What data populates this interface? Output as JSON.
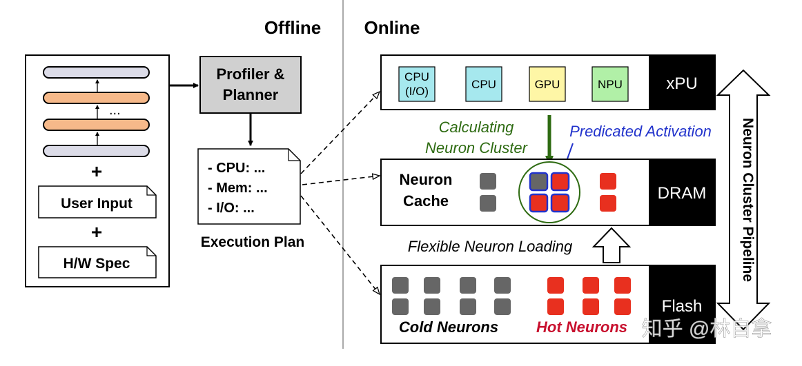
{
  "headers": {
    "offline": "Offline",
    "online": "Online"
  },
  "model_block": {
    "ellipsis": "...",
    "plus_1": "+",
    "plus_2": "+",
    "user_input": "User Input",
    "hw_spec": "H/W Spec"
  },
  "profiler": {
    "line1": "Profiler &",
    "line2": "Planner"
  },
  "execution_plan": {
    "items": [
      "- CPU: ...",
      "- Mem: ...",
      "- I/O: ..."
    ],
    "caption": "Execution Plan"
  },
  "xpu": {
    "label": "xPU",
    "units": [
      {
        "line1": "CPU",
        "line2": "(I/O)",
        "color": "#a6e8ee"
      },
      {
        "line1": "CPU",
        "line2": "",
        "color": "#a6e8ee"
      },
      {
        "line1": "GPU",
        "line2": "",
        "color": "#fef6a6"
      },
      {
        "line1": "NPU",
        "line2": "",
        "color": "#b1f0a7"
      }
    ]
  },
  "annotations": {
    "calc_line1": "Calculating",
    "calc_line2": "Neuron Cluster",
    "predicated": "Predicated Activation",
    "flexible_loading": "Flexible Neuron Loading"
  },
  "dram": {
    "label": "DRAM",
    "cache_line1": "Neuron",
    "cache_line2": "Cache"
  },
  "flash": {
    "label": "Flash",
    "cold": "Cold Neurons",
    "hot": "Hot Neurons"
  },
  "pipeline_label": "Neuron Cluster Pipeline",
  "watermark": "知乎 @林自拿",
  "colors": {
    "cold_neuron": "#666666",
    "hot_neuron": "#e8301f",
    "predicated_blue": "#2233cc",
    "calc_green": "#2e6b12",
    "gray_layer": "#dcdce8",
    "orange_layer": "#f6b98a"
  }
}
